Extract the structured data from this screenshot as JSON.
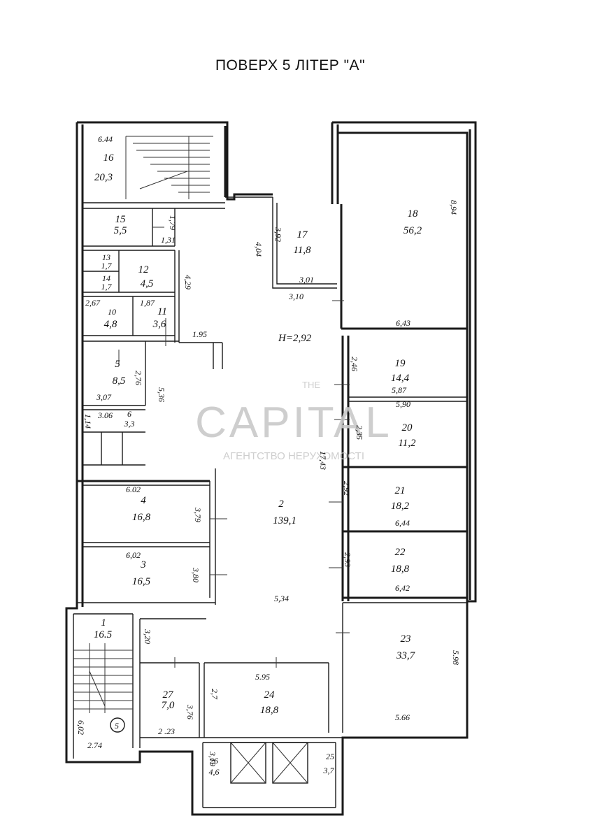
{
  "title": "ПОВЕРХ 5 ЛІТЕР  \"А\"",
  "height_label": "H=2,92",
  "watermark": {
    "line1": "THE",
    "line2": "CAPITAL",
    "line3": "АГЕНТСТВО НЕРУХОМОСТІ"
  },
  "rooms": [
    {
      "id": "16",
      "area": "20,3"
    },
    {
      "id": "15",
      "area": "5,5"
    },
    {
      "id": "17",
      "area": "11,8"
    },
    {
      "id": "18",
      "area": "56,2"
    },
    {
      "id": "13",
      "area": "1,7"
    },
    {
      "id": "14",
      "area": "1,7"
    },
    {
      "id": "12",
      "area": "4,5"
    },
    {
      "id": "10",
      "area": "4,8"
    },
    {
      "id": "11",
      "area": "3,6"
    },
    {
      "id": "5",
      "area": "8,5"
    },
    {
      "id": "6",
      "area": "3,3"
    },
    {
      "id": "19",
      "area": "14,4"
    },
    {
      "id": "20",
      "area": "11,2"
    },
    {
      "id": "4",
      "area": "16,8"
    },
    {
      "id": "2",
      "area": "139,1"
    },
    {
      "id": "21",
      "area": "18,2"
    },
    {
      "id": "3",
      "area": "16,5"
    },
    {
      "id": "22",
      "area": "18,8"
    },
    {
      "id": "1",
      "area": "16.5"
    },
    {
      "id": "23",
      "area": "33,7"
    },
    {
      "id": "27",
      "area": "7,0"
    },
    {
      "id": "24",
      "area": "18,8"
    },
    {
      "id": "26",
      "area": "4,6"
    },
    {
      "id": "25",
      "area": "3,7"
    }
  ],
  "dimensions": [
    "6.44",
    "1,79",
    "1,31",
    "4,04",
    "3,92",
    "8,94",
    "4,29",
    "3,01",
    "3,10",
    "2,67",
    "1,87",
    "1.95",
    "6,43",
    "2,46",
    "2,76",
    "5,36",
    "3,07",
    "5,87",
    "3.06",
    "1,14",
    "5,90",
    "2,35",
    "17,43",
    "6.02",
    "3,79",
    "2,92",
    "6,44",
    "6,02",
    "2,93",
    "3,80",
    "6,42",
    "5,34",
    "3,20",
    "5.98",
    "5.95",
    "2,7",
    "3,76",
    "3,19",
    "5.66",
    "6,02",
    "2 .23",
    "2.74"
  ],
  "stair_marker": "5"
}
